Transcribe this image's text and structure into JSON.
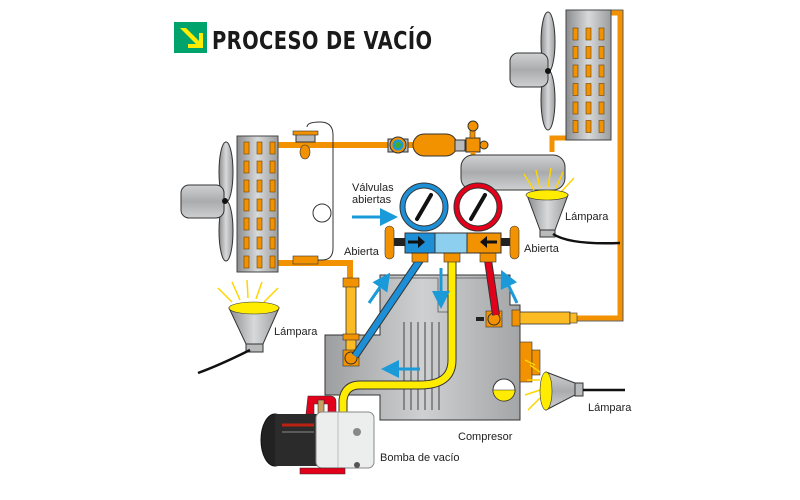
{
  "title": "PROCESO DE VACÍO",
  "title_icon": "arrow-down-right-icon",
  "labels": {
    "valves_open": "Válvulas abiertas",
    "valves_open_line1": "Válvulas",
    "valves_open_line2": "abiertas",
    "open_left": "Abierta",
    "open_right": "Abierta",
    "lamp_top_right": "Lámpara",
    "lamp_left": "Lámpara",
    "lamp_bottom_right": "Lámpara",
    "compressor": "Compresor",
    "vacuum_pump": "Bomba de vacío"
  },
  "colors": {
    "pipe_orange": "#f39200",
    "pipe_yellow": "#ffd500",
    "hose_blue": "#1d8fd6",
    "hose_red": "#e2001a",
    "hose_yellow": "#ffec00",
    "arrow_blue": "#1a9ad8",
    "icon_green": "#00a36c",
    "gray": "#b9babb"
  }
}
